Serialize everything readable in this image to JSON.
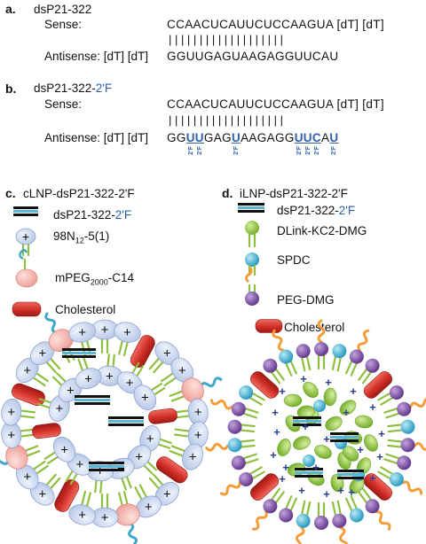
{
  "panel_a": {
    "letter": "a.",
    "name": "dsP21-322",
    "sense_label": "Sense:",
    "sense_seq": "CCAACUCAUUCUCCAAGUA [dT] [dT]",
    "pairing": "|||||||||||||||||||",
    "antisense_label": "Antisense: [dT] [dT]",
    "antisense_seq": "GGUUGAGUAAGAGGUUCAU"
  },
  "panel_b": {
    "letter": "b.",
    "name_base": "dsP21-322-",
    "name_mod": "2'F",
    "sense_label": "Sense:",
    "sense_seq": "CCAACUCAUUCUCCAAGUA [dT] [dT]",
    "pairing": "|||||||||||||||||||",
    "antisense_label": "Antisense: [dT] [dT]",
    "antisense_segments": [
      {
        "text": "GG",
        "mod": false
      },
      {
        "text": "UU",
        "mod": true
      },
      {
        "text": "GAG",
        "mod": false
      },
      {
        "text": "U",
        "mod": true
      },
      {
        "text": "AAGAGG",
        "mod": false
      },
      {
        "text": "UUC",
        "mod": true
      },
      {
        "text": "A",
        "mod": false
      },
      {
        "text": "U",
        "mod": true
      }
    ],
    "f_mark": "2'F"
  },
  "panel_c": {
    "letter": "c.",
    "title": "cLNP-dsP21-322-2'F",
    "legend": {
      "sirna_base": "dsP21-322-",
      "sirna_mod": "2'F",
      "lipid_main": "98N",
      "lipid_sub": "12",
      "lipid_rest": "-5(1)",
      "peg_main": "mPEG",
      "peg_sub": "2000",
      "peg_rest": "-C14",
      "cholesterol": "Cholesterol"
    },
    "headgroup_symbol": "+"
  },
  "panel_d": {
    "letter": "d.",
    "title": "iLNP-dsP21-322-2'F",
    "legend": {
      "sirna_base": "dsP21-322-",
      "sirna_mod": "2'F",
      "dlink": "DLink-KC2-DMG",
      "spdc": "SPDC",
      "peg": "PEG-DMG",
      "cholesterol": "Cholesterol"
    },
    "charge_symbol": "+"
  },
  "colors": {
    "blue_text": "#2e5fa8",
    "headgroup": "#c9d6ef",
    "tail": "#8fbf3f",
    "cholesterol": "#d6322c",
    "peg_pink": "#f3b1aa",
    "peg_teal": "#3fa7c9",
    "dlink_green": "#8cc63f",
    "spdc_blue": "#34b4d6",
    "peg_purple": "#7a4ea3",
    "peg_orange": "#f39c3a"
  }
}
